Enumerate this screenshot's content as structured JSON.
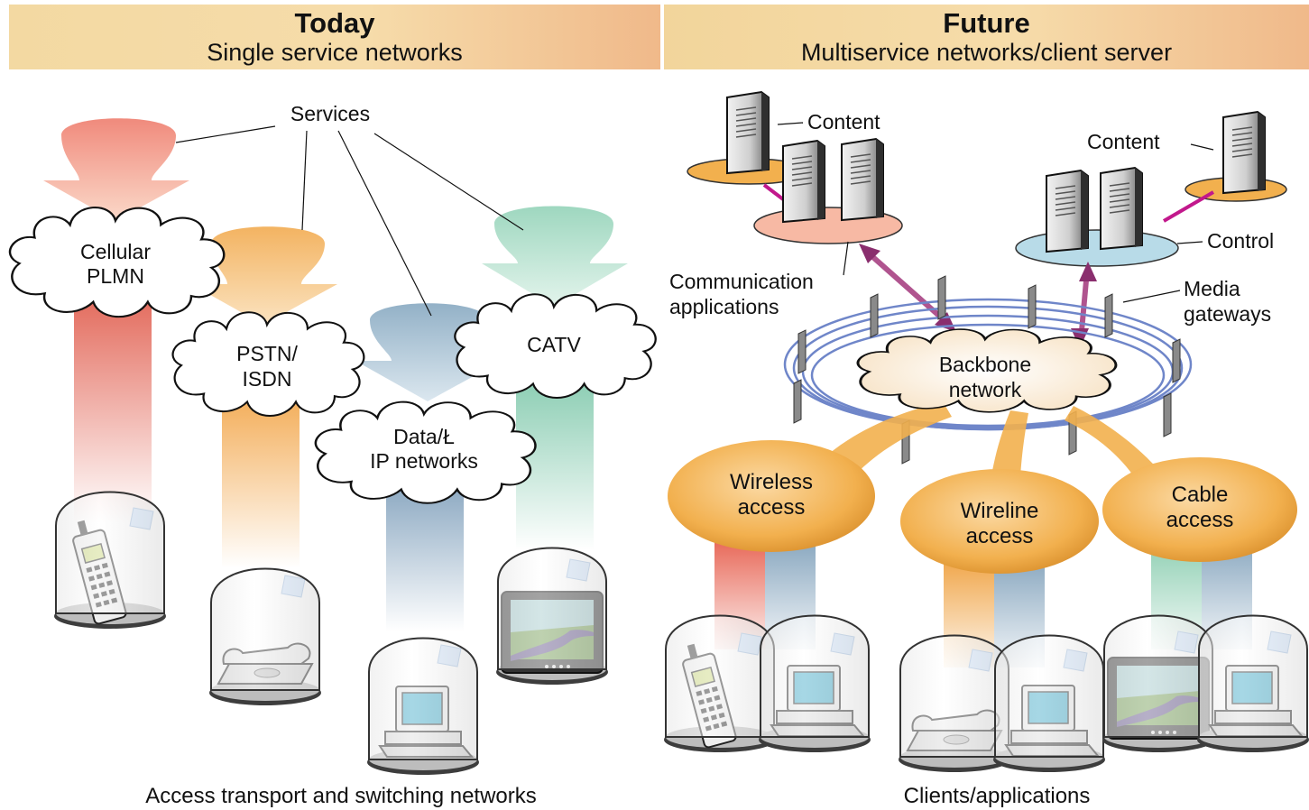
{
  "today": {
    "title": "Today",
    "subtitle": "Single service networks",
    "services_label": "Services",
    "networks": [
      {
        "line1": "Cellular",
        "line2": "PLMN"
      },
      {
        "line1": "PSTN/",
        "line2": "ISDN"
      },
      {
        "line1": "Data/Ł",
        "line2": "IP networks"
      },
      {
        "line1": "CATV",
        "line2": ""
      }
    ],
    "footer": "Access transport and switching networks"
  },
  "future": {
    "title": "Future",
    "subtitle": "Multiservice networks/client server",
    "content_left": "Content",
    "content_right": "Content",
    "control": "Control",
    "comm_apps": {
      "line1": "Communication",
      "line2": "applications"
    },
    "media_gateways": {
      "line1": "Media",
      "line2": "gateways"
    },
    "backbone": {
      "line1": "Backbone",
      "line2": "network"
    },
    "access": [
      {
        "line1": "Wireless",
        "line2": "access"
      },
      {
        "line1": "Wireline",
        "line2": "access"
      },
      {
        "line1": "Cable",
        "line2": "access"
      }
    ],
    "footer": "Clients/applications"
  },
  "colors": {
    "cellular": "#e8695a",
    "pstn": "#f0a64a",
    "data": "#8aabc4",
    "catv": "#8fcfb3",
    "access_blob": "#f2b04e",
    "banner": "#f6dcaa",
    "ring": "#6f86c9"
  },
  "icons": [
    "server-icon",
    "mobile-phone-icon",
    "telephone-icon",
    "computer-icon",
    "tv-icon",
    "glass-dome-icon",
    "cloud-icon",
    "arrow-down-icon"
  ]
}
